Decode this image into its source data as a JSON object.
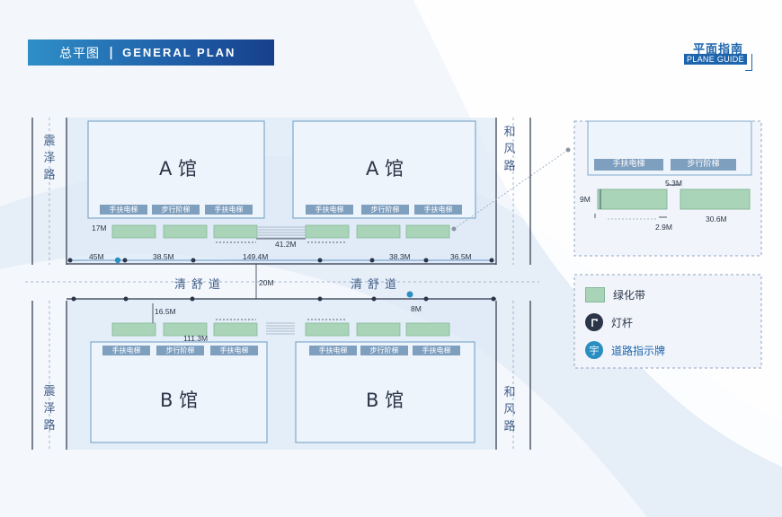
{
  "header": {
    "title_cn": "总平图",
    "title_en": "GENERAL PLAN"
  },
  "logo": {
    "cn": "平面指南",
    "en": "PLANE GUIDE"
  },
  "halls": {
    "a_left": "A 馆",
    "a_right": "A 馆",
    "b_left": "B 馆",
    "b_right": "B 馆"
  },
  "tags": {
    "escalator": "手扶电梯",
    "stairs": "步行阶梯"
  },
  "roads": {
    "zhenze": "震泽路",
    "hefeng": "和风路",
    "qingshu": "清舒道"
  },
  "dimensions": {
    "d17m": "17M",
    "d41_2m": "41.2M",
    "d45m": "45M",
    "d38_5m": "38.5M",
    "d149_4m": "149.4M",
    "d38_3m": "38.3M",
    "d36_5m": "36.5M",
    "d20m": "20M",
    "d8m": "8M",
    "d16_5m": "16.5M",
    "d111_3m": "111.3M",
    "d9m": "9M",
    "d5_3m": "5.3M",
    "d2_9m": "2.9M",
    "d30_6m": "30.6M"
  },
  "legend": {
    "green_belt": "绿化带",
    "light_pole": "灯杆",
    "road_sign": "道路指示牌",
    "light_pole_icon_char": "🔦",
    "road_sign_icon_char": "宇"
  },
  "colors": {
    "title_blue": "#1f5ea8",
    "green_belt": "#a9d4b8",
    "building_stroke": "#8ab0d0",
    "tag": "#7f9fbf",
    "sign": "#2a8fc0"
  }
}
